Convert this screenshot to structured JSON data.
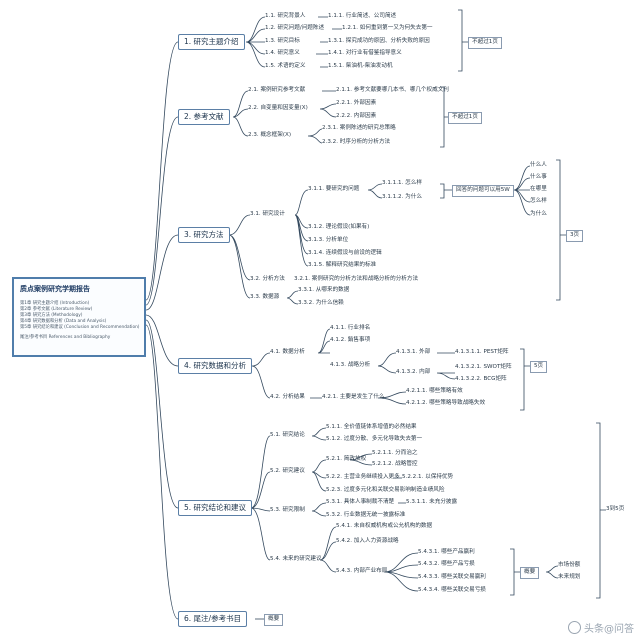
{
  "root": {
    "title": "质点案例研究学期报告",
    "lines": [
      "第1章 研究主题介绍 (Introduction)",
      "第2章 参考文献 (Literature Review)",
      "第3章 研究方法 (Methodology)",
      "第4章 研究数据和分析 (Data and Analysis)",
      "第5章 研究结论和建议 (Conclusion and Recommendation)"
    ],
    "footer": "尾注/参考书目 References and Bibliography"
  },
  "nodes": [
    {
      "text": "1. 研究主题介绍",
      "level": 1
    },
    {
      "text": "1.1. 研究背景人",
      "level": 2
    },
    {
      "text": "1.1.1. 行业简述、公司简述",
      "level": 3
    },
    {
      "text": "1.2. 研究问题/问题陈述",
      "level": 2
    },
    {
      "text": "1.2.1. 如何重到第一又为何失去第一",
      "level": 3
    },
    {
      "text": "1.3. 研究目标",
      "level": 2
    },
    {
      "text": "1.3.1. 探究成功的原因、分析失败的原因",
      "level": 3
    },
    {
      "text": "1.4. 研究意义",
      "level": 2
    },
    {
      "text": "1.4.1. 对行业有借鉴指导意义",
      "level": 3
    },
    {
      "text": "1.5. 术语的定义",
      "level": 2
    },
    {
      "text": "1.5.1. 柴油机-柴油发动机",
      "level": 3
    },
    {
      "text": "不超过1页",
      "level": "box"
    },
    {
      "text": "2. 参考文献",
      "level": 1
    },
    {
      "text": "2.1. 案例研究参考文献",
      "level": 2
    },
    {
      "text": "2.1.1. 参考文献要哪几本书、哪几个权威文刊",
      "level": 3
    },
    {
      "text": "2.2. 自变量和因变量(X)",
      "level": 2
    },
    {
      "text": "2.2.1. 外部因素",
      "level": 3
    },
    {
      "text": "2.2.2. 内部因素",
      "level": 3
    },
    {
      "text": "2.3. 概念框架(X)",
      "level": 2
    },
    {
      "text": "2.3.1. 案例陈述的研究总策略",
      "level": 3
    },
    {
      "text": "2.3.2. 时序分析的分析方法",
      "level": 3
    },
    {
      "text": "不超过1页",
      "level": "box"
    },
    {
      "text": "3. 研究方法",
      "level": 1
    },
    {
      "text": "3.1. 研究设计",
      "level": 2
    },
    {
      "text": "3.1.1. 要研究的问题",
      "level": 3
    },
    {
      "text": "3.1.1.1. 怎么样",
      "level": 3
    },
    {
      "text": "3.1.1.2. 为什么",
      "level": 3
    },
    {
      "text": "回答的问题可以用5W",
      "level": "box"
    },
    {
      "text": "什么人",
      "level": 3
    },
    {
      "text": "什么事",
      "level": 3
    },
    {
      "text": "在哪里",
      "level": 3
    },
    {
      "text": "怎么样",
      "level": 3
    },
    {
      "text": "为什么",
      "level": 3
    },
    {
      "text": "3.1.2. 理论假设(如果有)",
      "level": 3
    },
    {
      "text": "3.1.3. 分析单位",
      "level": 3
    },
    {
      "text": "3.1.4. 连续假设与前设的逻辑",
      "level": 3
    },
    {
      "text": "3.1.5. 解释研究结果的标准",
      "level": 3
    },
    {
      "text": "3.2. 分析方法",
      "level": 2
    },
    {
      "text": "3.2.1. 案例研究的分析方法和战略分析的分析方法",
      "level": 3
    },
    {
      "text": "3.3. 数据源",
      "level": 2
    },
    {
      "text": "3.3.1. 从哪来的数据",
      "level": 3
    },
    {
      "text": "3.3.2. 为什么信赖",
      "level": 3
    },
    {
      "text": "3页",
      "level": "box"
    },
    {
      "text": "4. 研究数据和分析",
      "level": 1
    },
    {
      "text": "4.1. 数据分析",
      "level": 2
    },
    {
      "text": "4.1.1. 行业排名",
      "level": 3
    },
    {
      "text": "4.1.2. 銷售事项",
      "level": 3
    },
    {
      "text": "4.1.3. 战略分析",
      "level": 3
    },
    {
      "text": "4.1.3.1. 外部",
      "level": 3
    },
    {
      "text": "4.1.3.1.1. PEST矩阵",
      "level": 3
    },
    {
      "text": "4.1.3.2. 内部",
      "level": 3
    },
    {
      "text": "4.1.3.2.1. SWOT矩阵",
      "level": 3
    },
    {
      "text": "4.1.3.2.2. BCG矩阵",
      "level": 3
    },
    {
      "text": "4.2. 分析结果",
      "level": 2
    },
    {
      "text": "4.2.1. 主要是发生了什么",
      "level": 3
    },
    {
      "text": "4.2.1.1. 哪些策略有效",
      "level": 3
    },
    {
      "text": "4.2.1.2. 哪些策略导致战略失效",
      "level": 3
    },
    {
      "text": "5页",
      "level": "box"
    },
    {
      "text": "5. 研究结论和建议",
      "level": 1
    },
    {
      "text": "5.1. 研究结论",
      "level": 2
    },
    {
      "text": "5.1.1. 全价值链体系增值的必然结果",
      "level": 3
    },
    {
      "text": "5.1.2. 过度分散、多元化导致失去第一",
      "level": 3
    },
    {
      "text": "5.2. 研究建议",
      "level": 2
    },
    {
      "text": "5.2.1. 简政放权",
      "level": 3
    },
    {
      "text": "5.2.1.1. 分而治之",
      "level": 3
    },
    {
      "text": "5.2.1.2. 战略管控",
      "level": 3
    },
    {
      "text": "5.2.2. 主营业务继续投入更多",
      "level": 3
    },
    {
      "text": "5.2.2.1. 以保持优势",
      "level": 3
    },
    {
      "text": "5.2.3. 过度多元化和关联交易影响制造业绩风险",
      "level": 3
    },
    {
      "text": "5.3. 研究限制",
      "level": 2
    },
    {
      "text": "5.3.1. 具体人事制裁不清楚",
      "level": 3
    },
    {
      "text": "5.3.1.1. 未充分披露",
      "level": 3
    },
    {
      "text": "5.3.2. 行业数据无统一披露标准",
      "level": 3
    },
    {
      "text": "5.4. 未来的研究建议",
      "level": 2
    },
    {
      "text": "5.4.1. 未自权威机构或公允机构的数据",
      "level": 3
    },
    {
      "text": "5.4.2. 加入人力资源战略",
      "level": 3
    },
    {
      "text": "5.4.3. 内部产业布局",
      "level": 3
    },
    {
      "text": "5.4.3.1. 哪些产品赢利",
      "level": 3
    },
    {
      "text": "5.4.3.2. 哪些产品亏损",
      "level": 3
    },
    {
      "text": "5.4.3.3. 哪些关联交易赢利",
      "level": 3
    },
    {
      "text": "5.4.3.4. 哪些关联交易亏损",
      "level": 3
    },
    {
      "text": "概要",
      "level": "box"
    },
    {
      "text": "市场份额",
      "level": 3
    },
    {
      "text": "未来规划",
      "level": 3
    },
    {
      "text": "3到5页",
      "level": 3
    },
    {
      "text": "6. 尾注/参考书目",
      "level": 1
    },
    {
      "text": "概要",
      "level": "box"
    }
  ],
  "watermark": "头条@问答"
}
